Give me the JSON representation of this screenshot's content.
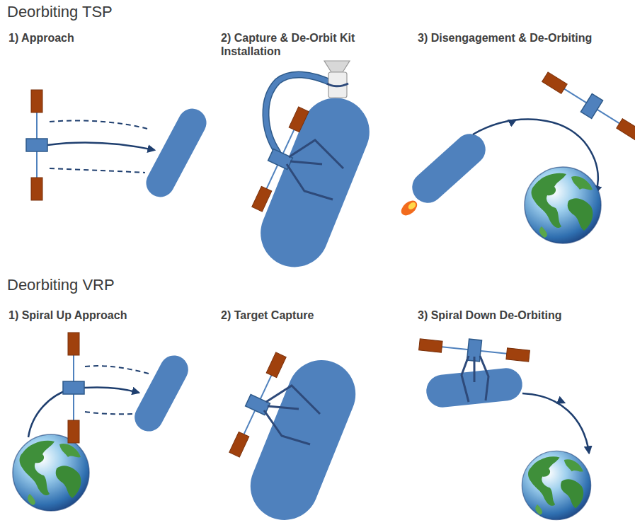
{
  "diagram": {
    "labels": [
      "Deorbiting TSP",
      "1) Approach",
      "2) Capture & De-Orbit Kit Installation",
      "3) Disengagement & De-Orbiting",
      "Deorbiting VRP",
      "1) Spiral Up Approach",
      "2) Target Capture",
      "3) Spiral Down De-Orbiting"
    ]
  }
}
